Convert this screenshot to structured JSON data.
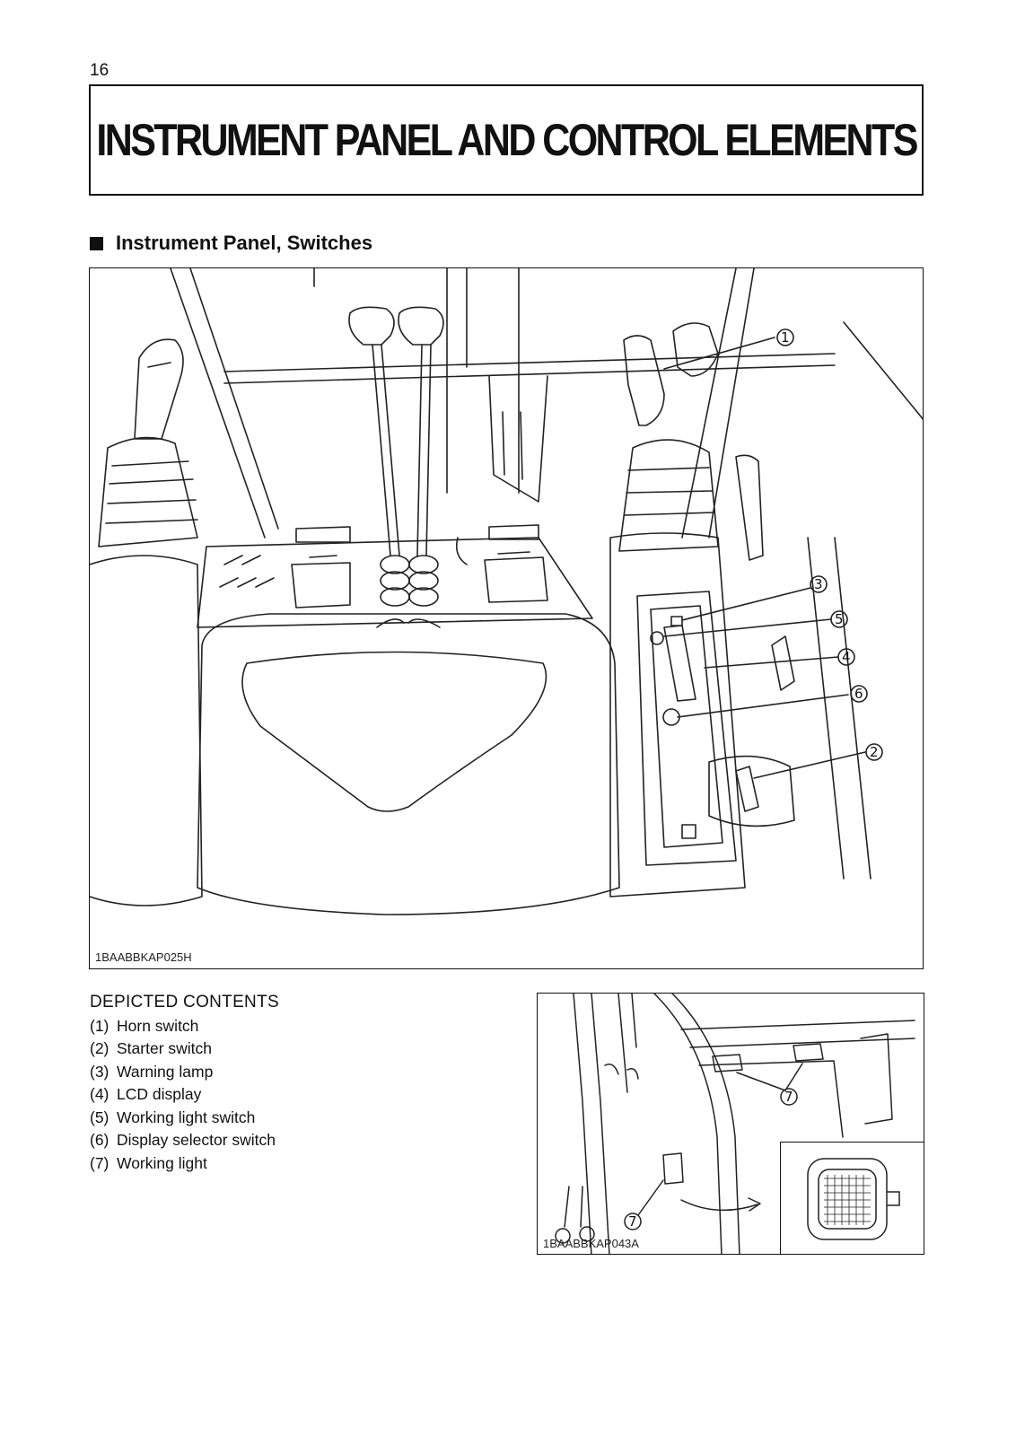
{
  "page": {
    "number": "16"
  },
  "header": {
    "title": "INSTRUMENT PANEL AND CONTROL ELEMENTS"
  },
  "section": {
    "heading": "Instrument Panel, Switches"
  },
  "figure_main": {
    "code": "1BAABBKAP025H",
    "callouts": [
      "1",
      "2",
      "3",
      "4",
      "5",
      "6"
    ]
  },
  "figure_small": {
    "code": "1BAABBKAP043A",
    "callouts": [
      "7",
      "7"
    ]
  },
  "legend": {
    "title": "DEPICTED CONTENTS",
    "items": [
      {
        "num": "(1)",
        "label": "Horn switch"
      },
      {
        "num": "(2)",
        "label": "Starter switch"
      },
      {
        "num": "(3)",
        "label": "Warning lamp"
      },
      {
        "num": "(4)",
        "label": "LCD display"
      },
      {
        "num": "(5)",
        "label": "Working light switch"
      },
      {
        "num": "(6)",
        "label": "Display selector switch"
      },
      {
        "num": "(7)",
        "label": "Working light"
      }
    ]
  }
}
